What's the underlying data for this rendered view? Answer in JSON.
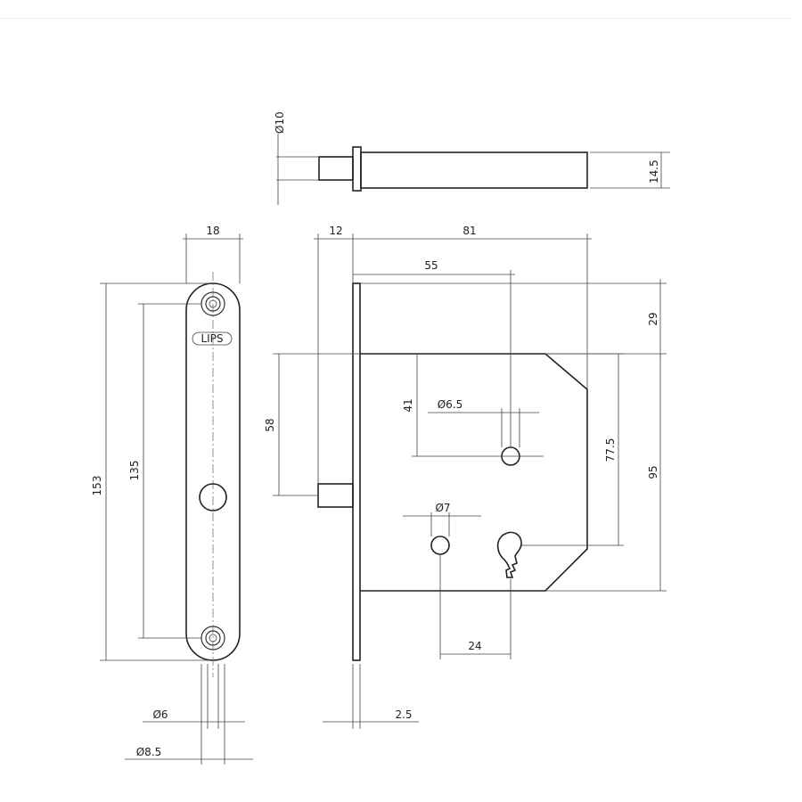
{
  "colors": {
    "line": "#333333",
    "text": "#222222",
    "background": "#ffffff",
    "rule": "#ececec"
  },
  "faceplate": {
    "logo_text": "LIPS"
  },
  "dimensions": {
    "pin_diameter": "Ø10",
    "bolt_height": "14.5",
    "plate_width": "18",
    "backset_offset": "12",
    "case_length": "81",
    "follower_distance": "55",
    "top_offset": "29",
    "overall_height": "153",
    "screw_spacing": "135",
    "bolt_to_top": "58",
    "follower_drop": "41",
    "follower_diameter": "Ø6.5",
    "follower_to_key": "77.5",
    "case_height": "95",
    "hole_diameter": "Ø7",
    "key_spacing": "24",
    "plate_thickness": "2.5",
    "screw_diameter": "Ø6",
    "countersink_diameter": "Ø8.5"
  }
}
